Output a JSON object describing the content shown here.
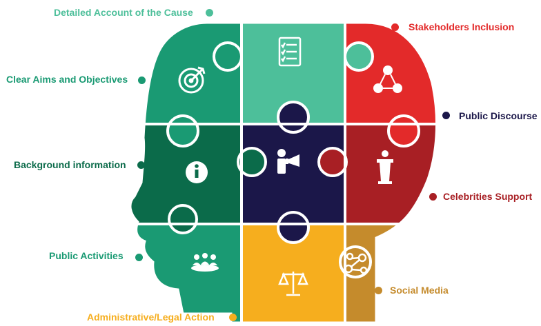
{
  "colors": {
    "light_green": "#4dbf9a",
    "teal_green": "#1a9a73",
    "dark_green": "#0b6b4a",
    "navy": "#1b1749",
    "red": "#e32a2a",
    "dark_red": "#a81f24",
    "yellow": "#f6ae1e",
    "brown": "#c58b2c"
  },
  "pieces": [
    {
      "name": "Detailed Account of the Cause",
      "icon": "checklist-icon"
    },
    {
      "name": "Clear Aims and Objectives",
      "icon": "target-icon"
    },
    {
      "name": "Stakeholders Inclusion",
      "icon": "network-people-icon"
    },
    {
      "name": "Background information",
      "icon": "info-icon"
    },
    {
      "name": "Public Discourse",
      "icon": "megaphone-speaker-icon"
    },
    {
      "name": "Celebrities Support",
      "icon": "podium-icon"
    },
    {
      "name": "Public Activities",
      "icon": "group-meeting-icon"
    },
    {
      "name": "Administrative/Legal Action",
      "icon": "scales-icon"
    },
    {
      "name": "Social Media",
      "icon": "social-network-icon"
    }
  ],
  "labels": {
    "detailed_account": "Detailed Account of the Cause",
    "clear_aims": "Clear Aims and Objectives",
    "background": "Background information",
    "public_activities": "Public Activities",
    "administrative": "Administrative/Legal Action",
    "stakeholders": "Stakeholders Inclusion",
    "public_discourse": "Public Discourse",
    "celebrities": "Celebrities Support",
    "social_media": "Social Media"
  }
}
